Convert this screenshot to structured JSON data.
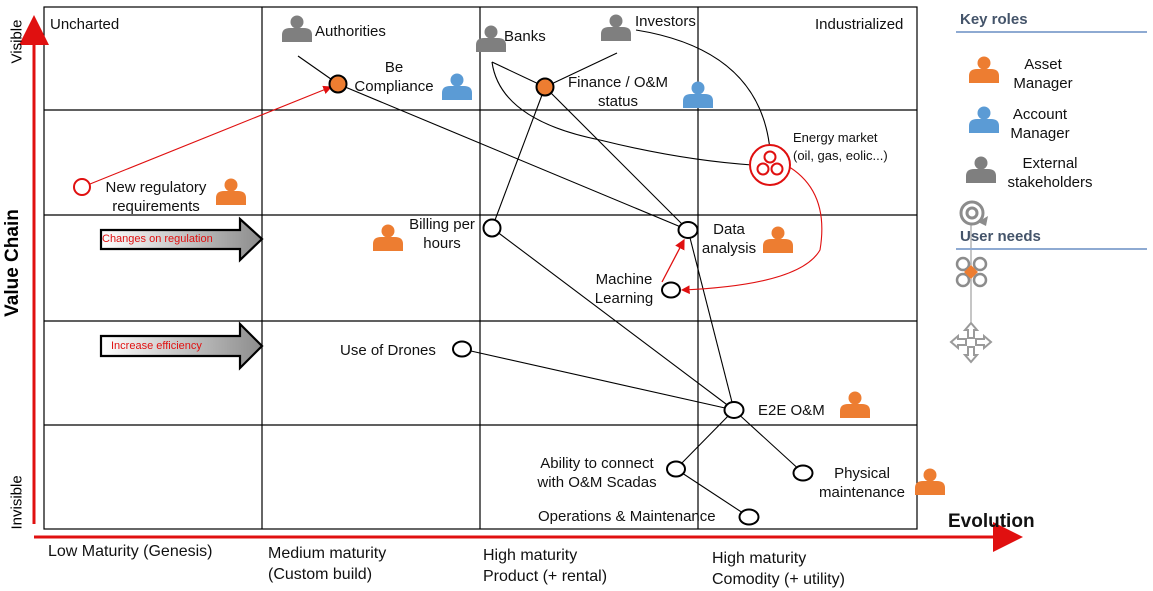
{
  "axes": {
    "y_title": "Value Chain",
    "y_top": "Visible",
    "y_bottom": "Invisible",
    "x_title": "Evolution",
    "x_stages": [
      "Low Maturity (Genesis)",
      "Medium maturity\n(Custom build)",
      "High maturity\nProduct (+ rental)",
      "High maturity\nComodity (+ utility)"
    ]
  },
  "corners": {
    "top_left": "Uncharted",
    "top_right": "Industrialized"
  },
  "stakeholders": {
    "authorities": "Authorities",
    "banks": "Banks",
    "investors": "Investors"
  },
  "nodes": {
    "be_compliance": "Be\nCompliance",
    "finance": "Finance / O&M\nstatus",
    "energy_market": "Energy market\n(oil, gas, eolic...)",
    "new_regulatory": "New regulatory\nrequirements",
    "billing": "Billing per\nhours",
    "data_analysis": "Data\nanalysis",
    "machine_learning": "Machine\nLearning",
    "use_of_drones": "Use of Drones",
    "e2e": "E2E O&M",
    "ability": "Ability to connect\nwith O&M Scadas",
    "physical": "Physical\nmaintenance",
    "operations": "Operations & Maintenance"
  },
  "arrows": {
    "changes": "Changes on regulation",
    "efficiency": "Increase efficiency"
  },
  "legend": {
    "key_roles_title": "Key roles",
    "roles": [
      {
        "label": "Asset\nManager",
        "color": "#ed7d31"
      },
      {
        "label": "Account\nManager",
        "color": "#5b9bd5"
      },
      {
        "label": "External\nstakeholders",
        "color": "#7f7f7f"
      }
    ],
    "user_needs_title": "User needs"
  },
  "colors": {
    "orange": "#ed7d31",
    "blue": "#5b9bd5",
    "gray": "#7f7f7f",
    "red": "#e01010",
    "section": "#44546a"
  }
}
